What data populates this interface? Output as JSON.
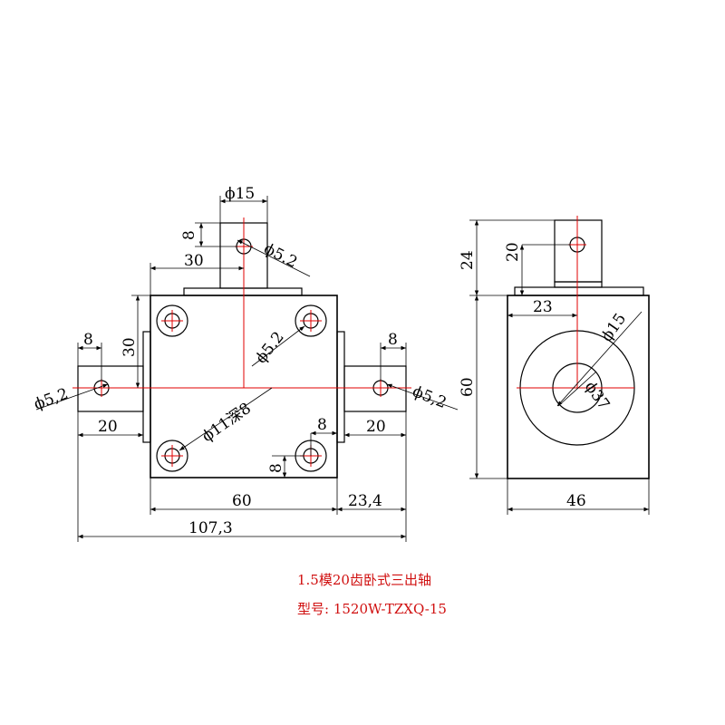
{
  "front_view": {
    "dims": {
      "top_shaft_dia": "ϕ15",
      "top_hole_offset": "8",
      "top_shaft_pos": "30",
      "top_hole_dia": "ϕ5.2",
      "left_hole_offset": "8",
      "left_shaft_pos": "30",
      "left_hole_dia": "ϕ5,2",
      "left_shaft_len": "20",
      "mount_hole_dia": "ϕ5.2",
      "boss_dia": "ϕ11深8",
      "right_hole_offset": "8",
      "right_hole_dia": "ϕ5,2",
      "right_shaft_len": "20",
      "bottom_hole_offset_x": "8",
      "bottom_hole_offset_y": "8",
      "body_width": "60",
      "right_overhang": "23,4",
      "overall_width": "107,3"
    }
  },
  "side_view": {
    "dims": {
      "shaft_height": "24",
      "hole_height": "20",
      "shaft_offset": "23",
      "body_height": "60",
      "bore_dia": "ϕ15",
      "inner_dia": "ϕ37",
      "body_width": "46"
    }
  },
  "caption": {
    "line1": "1.5模20齿卧式三出轴",
    "line2": "型号: 1520W-TZXQ-15"
  }
}
